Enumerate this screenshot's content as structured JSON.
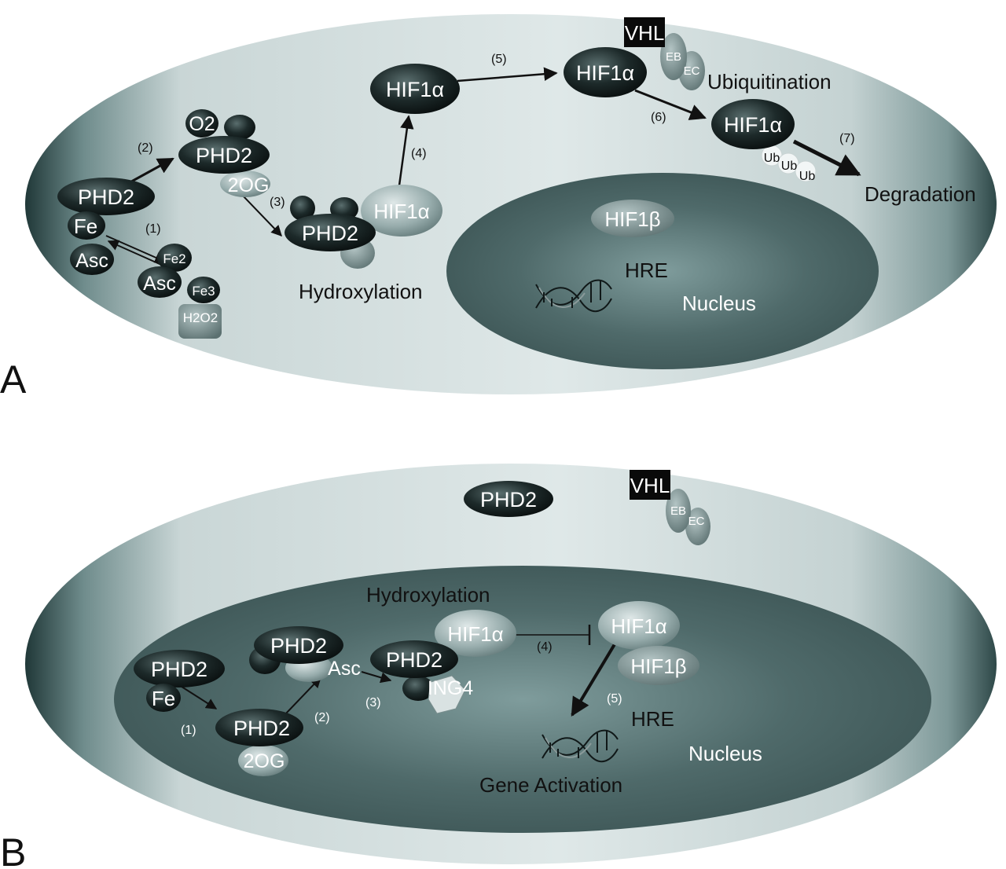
{
  "panels": [
    {
      "letter": "A",
      "labels": {
        "ubiquitination": "Ubiquitination",
        "degradation": "Degradation",
        "hydroxylation": "Hydroxylation",
        "hre": "HRE",
        "nucleus": "Nucleus"
      },
      "molecules": {
        "phd2_fe": "PHD2",
        "fe": "Fe",
        "asc_1": "Asc",
        "fe2": "Fe2",
        "asc_2": "Asc",
        "fe3": "Fe3",
        "h2o2": "H2O2",
        "o2": "O2",
        "phd2_mid": "PHD2",
        "og2": "2OG",
        "phd2_hyd": "PHD2",
        "hif1a_hyd": "HIF1α",
        "hif1a_top": "HIF1α",
        "vhl": "VHL",
        "eb": "EB",
        "ec": "EC",
        "hif1a_vhl": "HIF1α",
        "hif1a_ub": "HIF1α",
        "ub": [
          "Ub",
          "Ub",
          "Ub"
        ],
        "hif1b": "HIF1β"
      },
      "steps": [
        "(1)",
        "(2)",
        "(3)",
        "(4)",
        "(5)",
        "(6)",
        "(7)"
      ]
    },
    {
      "letter": "B",
      "labels": {
        "hydroxylation": "Hydroxylation",
        "hre": "HRE",
        "nucleus": "Nucleus",
        "gene_activation": "Gene Activation"
      },
      "molecules": {
        "phd2_top": "PHD2",
        "vhl": "VHL",
        "eb": "EB",
        "ec": "EC",
        "phd2_fe": "PHD2",
        "fe": "Fe",
        "phd2_og": "PHD2",
        "og2": "2OG",
        "phd2_asc": "PHD2",
        "asc": "Asc",
        "phd2_ing4": "PHD2",
        "ing4": "ING4",
        "hif1a_hyd": "HIF1α",
        "hif1a_right": "HIF1α",
        "hif1b": "HIF1β"
      },
      "steps": [
        "(1)",
        "(2)",
        "(3)",
        "(4)",
        "(5)"
      ]
    }
  ]
}
